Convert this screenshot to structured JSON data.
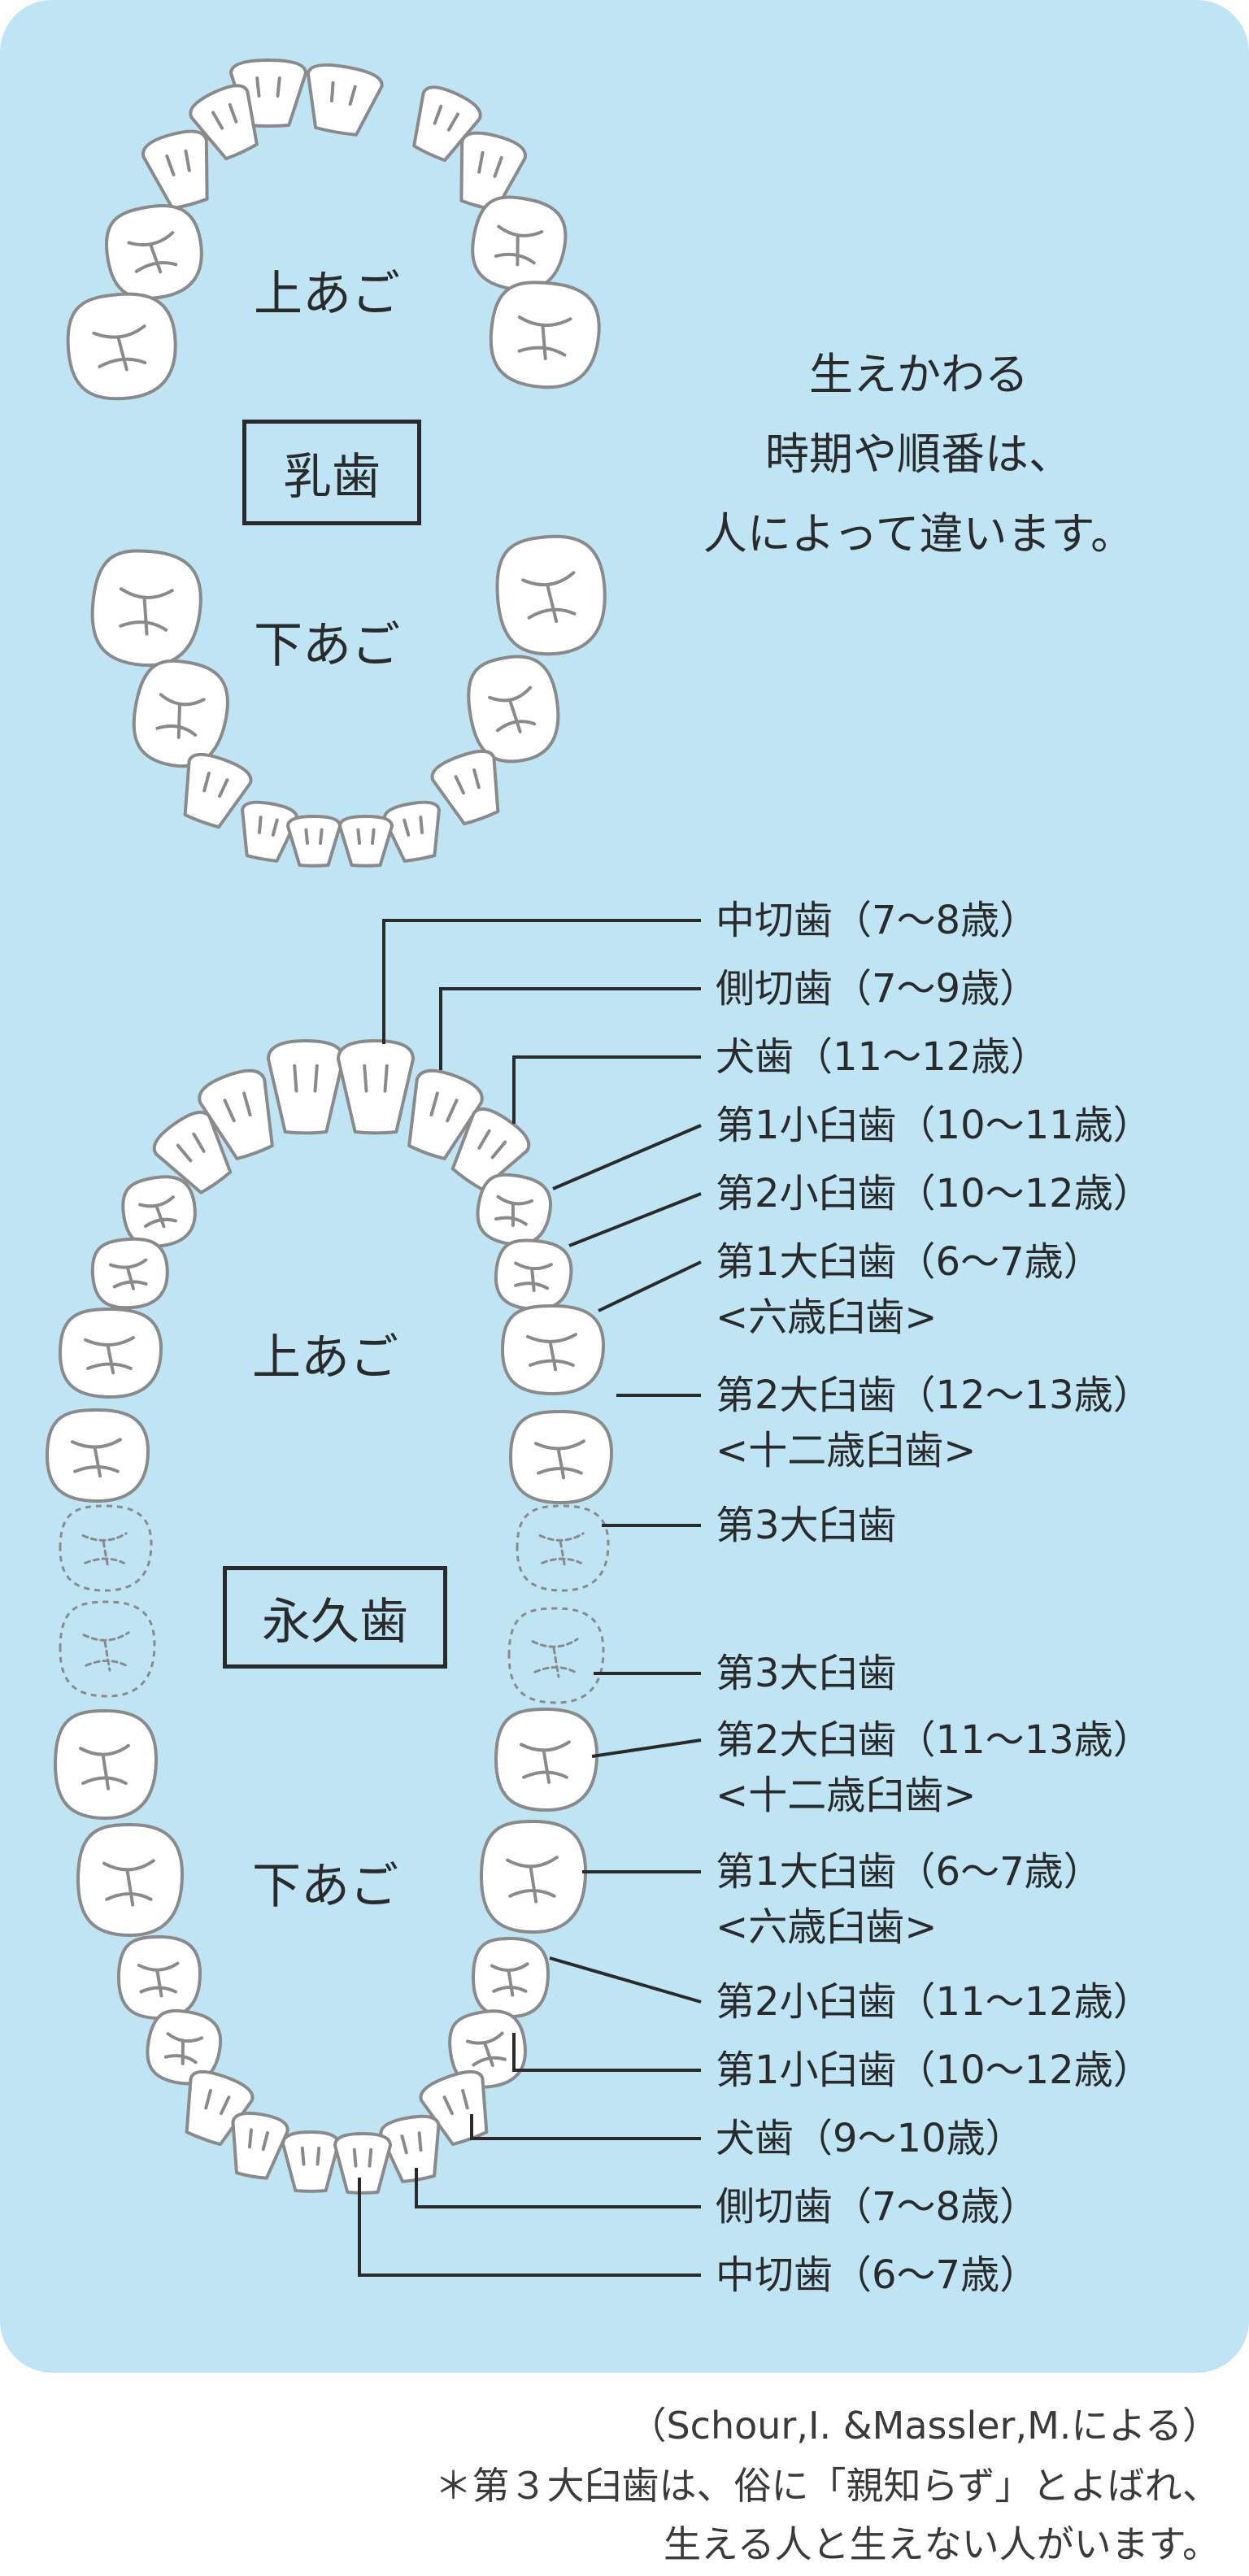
{
  "deciduous": {
    "title": "乳歯",
    "upper_jaw": "上あご",
    "lower_jaw": "下あご",
    "note": [
      "生えかわる",
      "時期や順番は、",
      "人によって違います。"
    ]
  },
  "permanent": {
    "title": "永久歯",
    "upper_jaw": "上あご",
    "lower_jaw": "下あご",
    "upper_labels": [
      {
        "name": "中切歯",
        "age": "（7〜8歳）"
      },
      {
        "name": "側切歯",
        "age": "（7〜9歳）"
      },
      {
        "name": "犬歯",
        "age": "（11〜12歳）"
      },
      {
        "name": "第1小臼歯",
        "age": "（10〜11歳）"
      },
      {
        "name": "第2小臼歯",
        "age": "（10〜12歳）"
      },
      {
        "name": "第1大臼歯",
        "age": "（6〜7歳）",
        "alias": "<六歳臼歯>"
      },
      {
        "name": "第2大臼歯",
        "age": "（12〜13歳）",
        "alias": "<十二歳臼歯>"
      },
      {
        "name": "第3大臼歯",
        "age": ""
      }
    ],
    "lower_labels": [
      {
        "name": "第3大臼歯",
        "age": ""
      },
      {
        "name": "第2大臼歯",
        "age": "（11〜13歳）",
        "alias": "<十二歳臼歯>"
      },
      {
        "name": "第1大臼歯",
        "age": "（6〜7歳）",
        "alias": "<六歳臼歯>"
      },
      {
        "name": "第2小臼歯",
        "age": "（11〜12歳）"
      },
      {
        "name": "第1小臼歯",
        "age": "（10〜12歳）"
      },
      {
        "name": "犬歯",
        "age": "（9〜10歳）"
      },
      {
        "name": "側切歯",
        "age": "（7〜8歳）"
      },
      {
        "name": "中切歯",
        "age": "（6〜7歳）"
      }
    ]
  },
  "footer": {
    "source": "（Schour,I. &Massler,M.による）",
    "line1": "＊第３大臼歯は、俗に「親知らず」とよばれ、",
    "line2": "生える人と生えない人がいます。"
  },
  "colors": {
    "panel": "#bfe5f5",
    "tooth_fill": "#ffffff",
    "tooth_stroke": "#8a8a8a",
    "line": "#2a2a2a"
  }
}
